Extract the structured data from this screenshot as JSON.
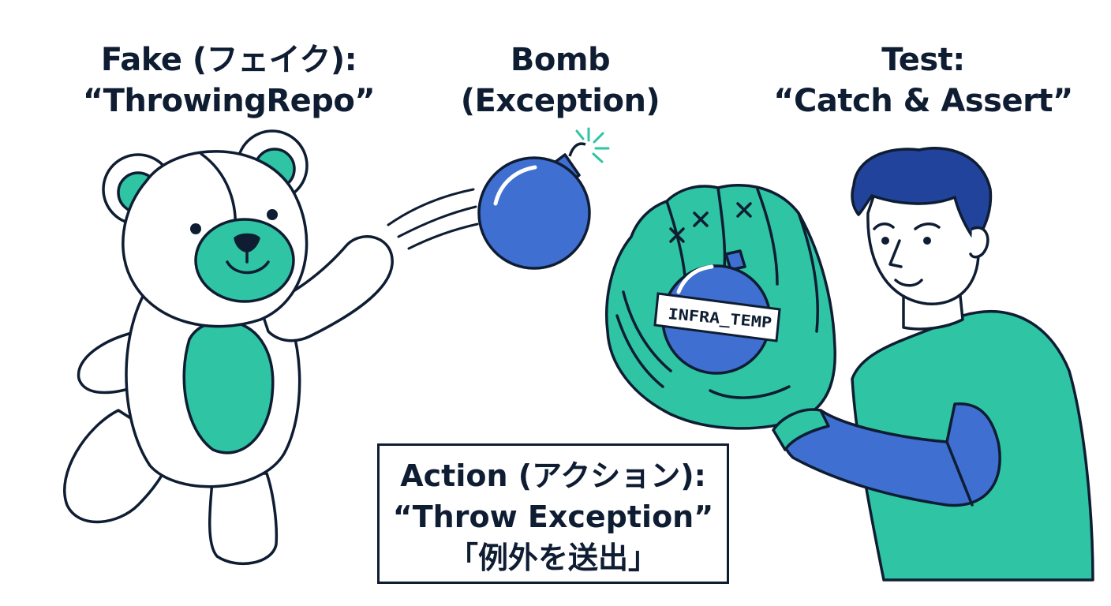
{
  "fake": {
    "line1": "Fake (フェイク):",
    "line2": "“ThrowingRepo”"
  },
  "bomb": {
    "line1": "Bomb",
    "line2": "(Exception)",
    "tag": "INFRA_TEMP"
  },
  "test": {
    "line1": "Test:",
    "line2": "“Catch & Assert”"
  },
  "action": {
    "line1": "Action (アクション):",
    "line2": "“Throw Exception”",
    "line3": "「例外を送出」"
  },
  "colors": {
    "ink": "#0f1d33",
    "teal": "#2ec4a4",
    "blue": "#3f6fd1",
    "navy_hair": "#21439b"
  },
  "icons": [
    "teddy-bear-icon",
    "bomb-icon",
    "spark-icon",
    "baseball-glove-icon",
    "person-icon"
  ]
}
